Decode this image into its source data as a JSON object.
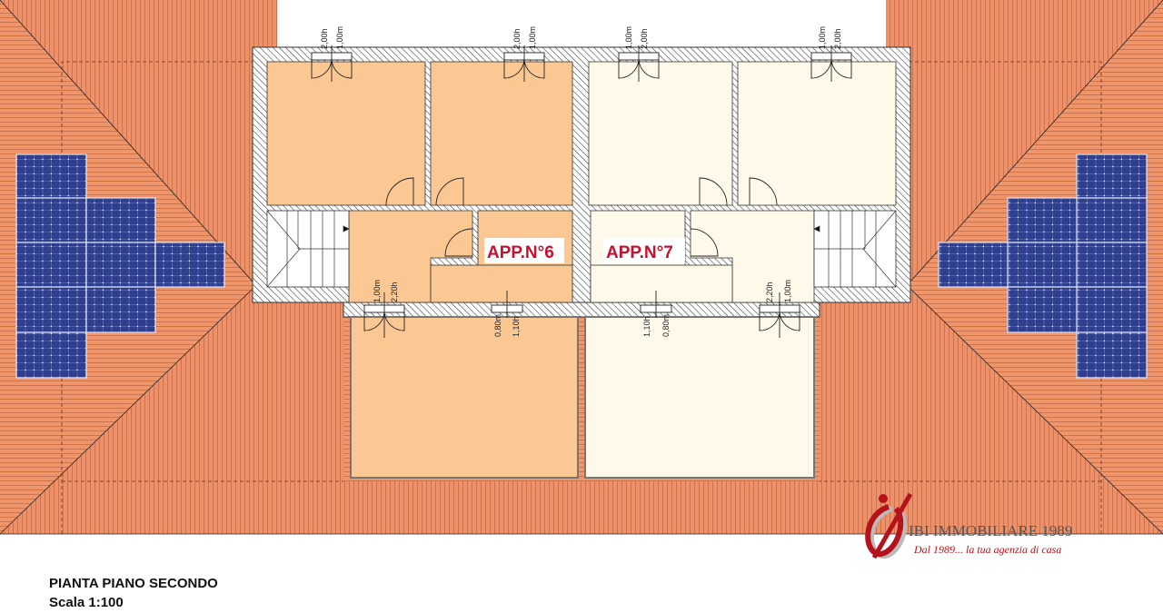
{
  "plan": {
    "title": "PIANTA PIANO SECONDO",
    "scale": "Scala 1:100",
    "apartments": [
      {
        "label": "APP.N°6",
        "color": "#FBC894"
      },
      {
        "label": "APP.N°7",
        "color": "#FFF9EA"
      }
    ],
    "dimensions": {
      "top_left_a": [
        "2,00h",
        "1,00m"
      ],
      "top_left_b": [
        "2,00h",
        "1,00m"
      ],
      "top_right_a": [
        "1,00m",
        "2,00h"
      ],
      "top_right_b": [
        "1,00m",
        "2,00h"
      ],
      "door_left": [
        "1,00m",
        "2,20h"
      ],
      "window_left": [
        "0,80m",
        "1,10h"
      ],
      "window_right": [
        "1,10h",
        "0,80m"
      ],
      "door_right": [
        "2,20h",
        "1,00m"
      ]
    }
  },
  "logo": {
    "name": "IBI IMMOBILIARE 1989",
    "tagline": "Dal 1989... la tua agenzia di casa",
    "color": "#B5121B"
  },
  "colors": {
    "roof": "#F0956A",
    "solar": "#2F3F8E",
    "wall_hatch": "#333333"
  }
}
